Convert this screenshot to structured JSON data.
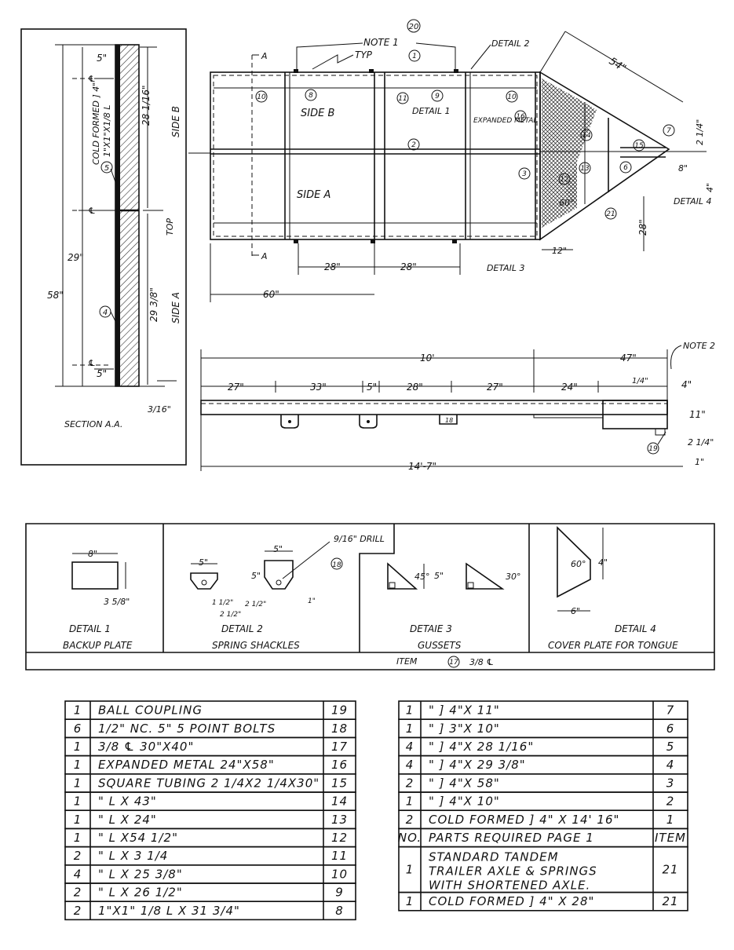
{
  "page_number": "20",
  "section_view": {
    "title": "SECTION  A.A.",
    "dim_top": "5\"",
    "dim_side_b": "28 1/16\"",
    "side_b": "SIDE B",
    "dim_mid": "29\"",
    "dim_total": "58\"",
    "dim_side_a": "29 3/8\"",
    "side_a": "SIDE A",
    "dim_bottom": "5\"",
    "dim_thick": "3/16\"",
    "top_label": "TOP",
    "callout_5": "5",
    "callout_4": "4",
    "cold_formed": "COLD FORMED ] 4\"",
    "cold_formed_2": "1\"X1\"X1/8 L",
    "cl": "℄"
  },
  "plan_view": {
    "note1": "NOTE 1",
    "typ": "TYP",
    "detail1": "DETAIL 1",
    "detail2": "DETAIL 2",
    "detail3": "DETAIL 3",
    "detail4": "DETAIL 4",
    "side_a": "SIDE A",
    "side_b": "SIDE B",
    "expanded_metal": "EXPANDED METAL",
    "dim_54": "54\"",
    "dim_28a": "28\"",
    "dim_28b": "28\"",
    "dim_60": "60\"",
    "dim_12": "12\"",
    "dim_60deg": "60°",
    "dim_28c": "28\"",
    "dim_8": "8\"",
    "dim_4": "4\"",
    "dim_2": "2 1/4\"",
    "section_a": "A",
    "callouts": [
      "1",
      "2",
      "3",
      "6",
      "7",
      "8",
      "9",
      "10",
      "10",
      "11",
      "12",
      "13",
      "14",
      "15",
      "16",
      "21"
    ]
  },
  "side_view": {
    "note2": "NOTE 2",
    "dim_10ft": "10'",
    "dim_47": "47\"",
    "dim_27a": "27\"",
    "dim_33": "33\"",
    "dim_5": "5\"",
    "dim_28": "28\"",
    "dim_27b": "27\"",
    "dim_24": "24\"",
    "dim_quarter": "1/4\"",
    "dim_4": "4\"",
    "dim_11": "11\"",
    "dim_2q": "2 1/4\"",
    "dim_1": "1\"",
    "dim_total": "14'-7\"",
    "callout_19": "19"
  },
  "details": {
    "d1_title": "DETAIL  1",
    "d1_sub": "BACKUP PLATE",
    "d1_w": "8\"",
    "d1_h": "3 5/8\"",
    "d2_title": "DETAIL 2",
    "d2_sub": "SPRING SHACKLES",
    "d2_drill": "9/16\" DRILL",
    "d2_w1": "5\"",
    "d2_w2": "5\"",
    "d2_h": "5\"",
    "d2_a": "1 1/2\"",
    "d2_b": "2 1/2\"",
    "d2_c": "2 1/2\"",
    "d2_d": "1\"",
    "d2_callout": "18",
    "d3_title": "DETAIE 3",
    "d3_sub": "GUSSETS",
    "d3_angle1": "45°",
    "d3_h": "5\"",
    "d3_angle2": "30°",
    "d4_title": "DETAIL 4",
    "d4_sub": "COVER PLATE FOR TONGUE",
    "d4_angle": "60°",
    "d4_h": "4\"",
    "d4_w": "6\"",
    "item_label": "ITEM",
    "item_num": "17",
    "item_desc": "3/8 ℄"
  },
  "parts_left": [
    {
      "qty": "1",
      "desc": "BALL  COUPLING",
      "item": "19"
    },
    {
      "qty": "6",
      "desc": "1/2\" NC. 5\"     5 POINT  BOLTS",
      "item": "18"
    },
    {
      "qty": "1",
      "desc": "3/8 ℄ 30\"X40\"",
      "item": "17"
    },
    {
      "qty": "1",
      "desc": "EXPANDED METAL 24\"X58\"",
      "item": "16"
    },
    {
      "qty": "1",
      "desc": "SQUARE TUBING 2 1/4X2 1/4X30\"",
      "item": "15"
    },
    {
      "qty": "1",
      "desc": "\"         L  X 43\"",
      "item": "14"
    },
    {
      "qty": "1",
      "desc": "\"         L  X 24\"",
      "item": "13"
    },
    {
      "qty": "1",
      "desc": "\"         L  X54 1/2\"",
      "item": "12"
    },
    {
      "qty": "2",
      "desc": "\"         L  X 3 1/4",
      "item": "11"
    },
    {
      "qty": "4",
      "desc": "\"         L  X 25 3/8\"",
      "item": "10"
    },
    {
      "qty": "2",
      "desc": "\"         L  X 26 1/2\"",
      "item": "9"
    },
    {
      "qty": "2",
      "desc": "1\"X1\" 1/8   L  X 31 3/4\"",
      "item": "8"
    }
  ],
  "parts_right": [
    {
      "qty": "1",
      "desc": "\"       ]  4\"X 11\"",
      "item": "7"
    },
    {
      "qty": "1",
      "desc": "\"       ]  3\"X 10\"",
      "item": "6"
    },
    {
      "qty": "4",
      "desc": "\"       ]  4\"X 28 1/16\"",
      "item": "5"
    },
    {
      "qty": "4",
      "desc": "\"       ]  4\"X 29 3/8\"",
      "item": "4"
    },
    {
      "qty": "2",
      "desc": "\"       ]  4\"X 58\"",
      "item": "3"
    },
    {
      "qty": "1",
      "desc": "\"       ]  4\"X 10\"",
      "item": "2"
    },
    {
      "qty": "2",
      "desc": "COLD FORMED ] 4\" X 14' 16\"",
      "item": "1"
    },
    {
      "qty": "NO.",
      "desc": "PARTS  REQUIRED    PAGE  1",
      "item": "ITEM"
    },
    {
      "qty": "1",
      "desc": "STANDARD  TANDEM|TRAILER AXLE & SPRINGS|WITH  SHORTENED  AXLE.",
      "item": "21"
    },
    {
      "qty": "1",
      "desc": "COLD FORMED ]  4\"  X  28\"",
      "item": "21"
    }
  ]
}
